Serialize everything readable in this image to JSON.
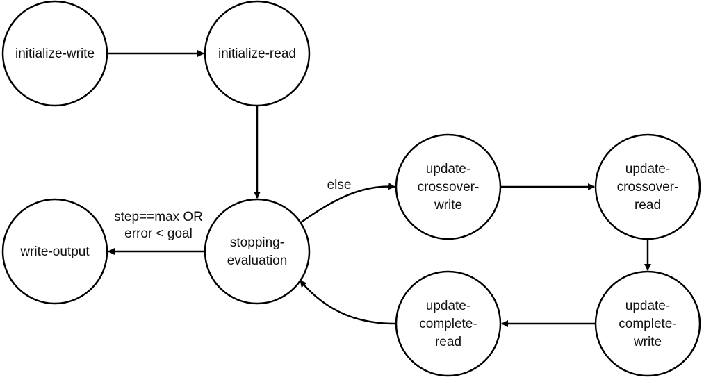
{
  "diagram": {
    "nodes": [
      {
        "id": "initialize-write",
        "lines": [
          "initialize-write"
        ]
      },
      {
        "id": "initialize-read",
        "lines": [
          "initialize-read"
        ]
      },
      {
        "id": "stopping-evaluation",
        "lines": [
          "stopping-",
          "evaluation"
        ]
      },
      {
        "id": "write-output",
        "lines": [
          "write-output"
        ]
      },
      {
        "id": "update-crossover-write",
        "lines": [
          "update-",
          "crossover-",
          "write"
        ]
      },
      {
        "id": "update-crossover-read",
        "lines": [
          "update-",
          "crossover-",
          "read"
        ]
      },
      {
        "id": "update-complete-write",
        "lines": [
          "update-",
          "complete-",
          "write"
        ]
      },
      {
        "id": "update-complete-read",
        "lines": [
          "update-",
          "complete-",
          "read"
        ]
      }
    ],
    "edges": [
      {
        "from": "initialize-write",
        "to": "initialize-read",
        "label": []
      },
      {
        "from": "initialize-read",
        "to": "stopping-evaluation",
        "label": []
      },
      {
        "from": "stopping-evaluation",
        "to": "write-output",
        "label": [
          "step==max OR",
          "error < goal"
        ]
      },
      {
        "from": "stopping-evaluation",
        "to": "update-crossover-write",
        "label": [
          "else"
        ]
      },
      {
        "from": "update-crossover-write",
        "to": "update-crossover-read",
        "label": []
      },
      {
        "from": "update-crossover-read",
        "to": "update-complete-write",
        "label": []
      },
      {
        "from": "update-complete-write",
        "to": "update-complete-read",
        "label": []
      },
      {
        "from": "update-complete-read",
        "to": "stopping-evaluation",
        "label": []
      }
    ]
  }
}
